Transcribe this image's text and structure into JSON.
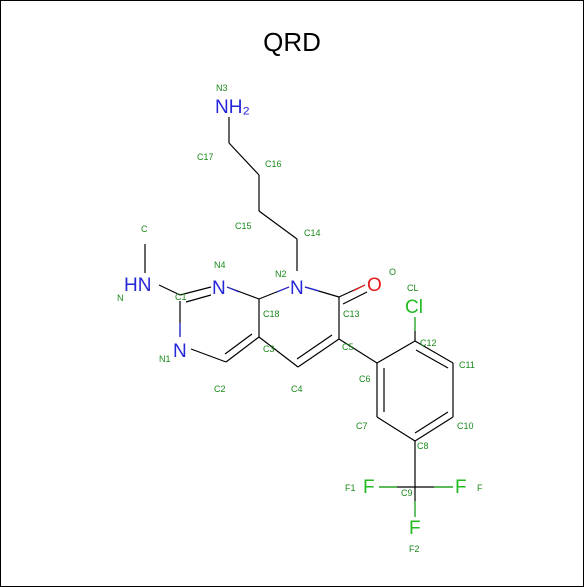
{
  "title": "QRD",
  "colors": {
    "carbon": "#000000",
    "nitrogen": "#2626d9",
    "oxygen": "#e61a1a",
    "halogen": "#22bb22",
    "label": "#1a8a1a"
  },
  "atom_symbols": {
    "nh2": "NH₂",
    "nh": "HN",
    "n_ring_top": "N",
    "n_ring_bottom": "N",
    "n_lactam": "N",
    "o": "O",
    "cl": "Cl",
    "f1": "F",
    "f_right": "F",
    "f2": "F"
  },
  "atom_labels": {
    "n3": "N3",
    "c17": "C17",
    "c16": "C16",
    "c15": "C15",
    "c14": "C14",
    "c": "C",
    "n": "N",
    "n4": "N4",
    "n2": "N2",
    "o": "O",
    "cl": "CL",
    "c1": "C1",
    "c18": "C18",
    "c13": "C13",
    "c12": "C12",
    "n1": "N1",
    "c3": "C3",
    "c5": "C5",
    "c11": "C11",
    "c2": "C2",
    "c4": "C4",
    "c6": "C6",
    "c7": "C7",
    "c10": "C10",
    "c8": "C8",
    "f1": "F1",
    "c9": "C9",
    "f": "F",
    "f2": "F2"
  }
}
